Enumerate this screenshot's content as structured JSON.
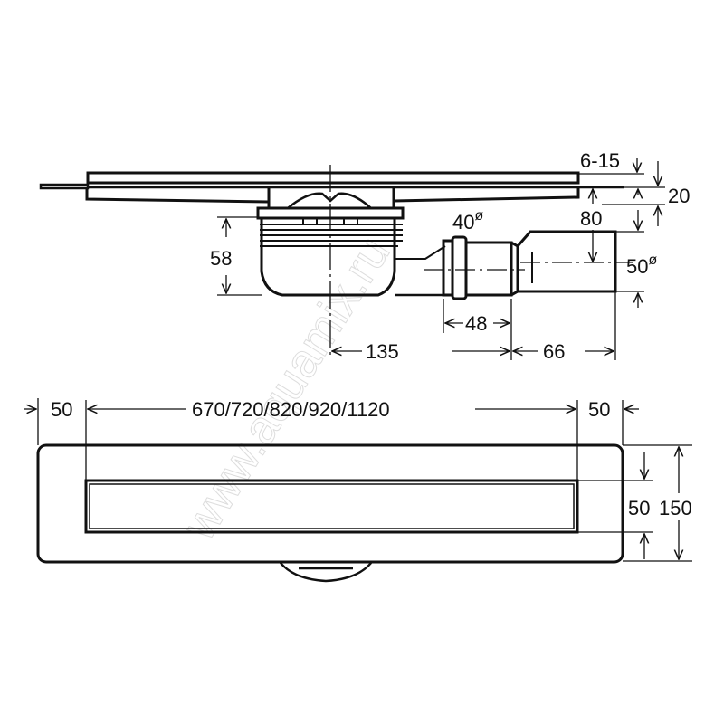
{
  "watermark": "www.aquamix.ru",
  "side_view": {
    "height_body": "58",
    "outlet_small_diameter": "40",
    "outlet_large_diameter": "50",
    "diameter_symbol": "ø",
    "socket_length": "48",
    "center_to_outlet": "135",
    "outlet_length": "66",
    "tile_range": "6-15",
    "cover_height": "20",
    "total_height": "80"
  },
  "top_view": {
    "left_margin": "50",
    "channel_lengths": "670/720/820/920/1120",
    "right_margin": "50",
    "channel_width": "50",
    "total_width": "150"
  }
}
